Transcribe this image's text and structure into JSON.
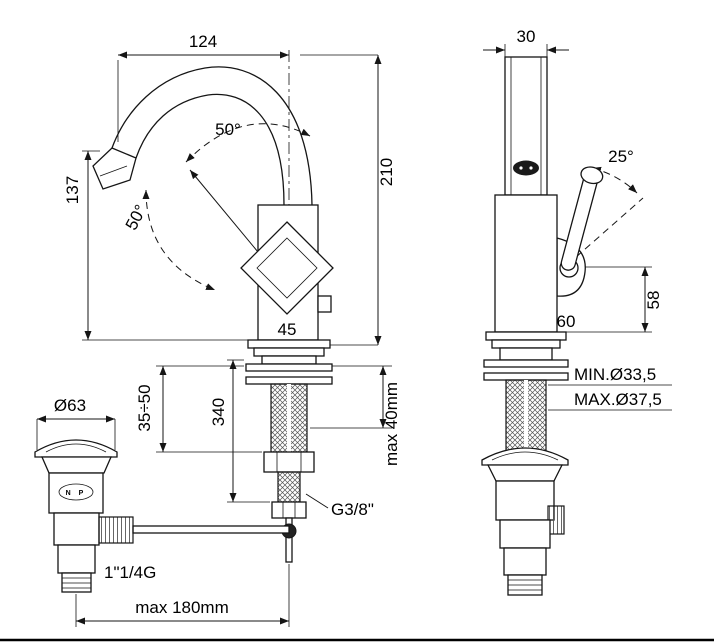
{
  "front_view": {
    "dim_spout_reach": "124",
    "angle_spout_top": "50°",
    "angle_spout_left": "50°",
    "dim_outlet_height": "137",
    "dim_total_height": "210",
    "dim_body_width": "45",
    "dim_under_counter": "340",
    "dim_clamp_range": "35÷50",
    "dim_waste_flange": "Ø63",
    "dim_deck_thickness": "max 40mm",
    "label_inlet_thread": "G3/8\"",
    "label_waste_thread": "1\"1/4G",
    "dim_rod_reach": "max 180mm",
    "logo_text": "N P"
  },
  "side_view": {
    "dim_spout_width": "30",
    "angle_handle": "25°",
    "dim_handle_height": "58",
    "dim_body_depth": "60",
    "label_hole_min": "MIN.Ø33,5",
    "label_hole_max": "MAX.Ø37,5"
  }
}
